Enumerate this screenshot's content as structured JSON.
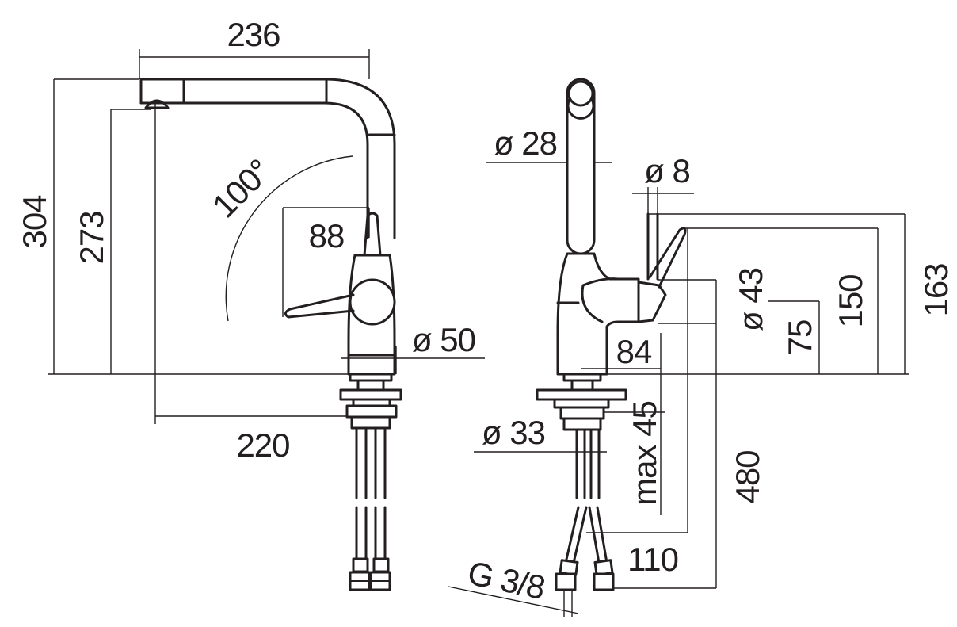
{
  "accent_color": "#231f20",
  "background_color": "#ffffff",
  "front_view": {
    "overall_width": "236",
    "overall_height": "304",
    "spout_height": "273",
    "swivel_angle": "100°",
    "lever_offset": "88",
    "body_diameter": "ø 50",
    "spout_reach": "220"
  },
  "side_view": {
    "spout_diameter": "ø 28",
    "lever_diameter": "ø 8",
    "handle_diameter": "ø 43",
    "height_163": "163",
    "height_150": "150",
    "height_75": "75",
    "body_depth": "84",
    "deck_thickness": "max 45",
    "shank_diameter": "ø 33",
    "hose_length": "480",
    "hose_spread": "110",
    "thread": "G 3/8"
  }
}
